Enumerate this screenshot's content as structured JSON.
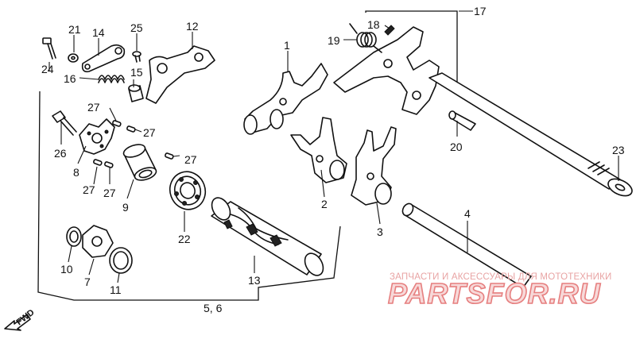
{
  "diagram": {
    "callouts": {
      "c1": "1",
      "c2": "2",
      "c3": "3",
      "c4": "4",
      "c5_6": "5, 6",
      "c7": "7",
      "c8": "8",
      "c9": "9",
      "c10": "10",
      "c11": "11",
      "c12": "12",
      "c13": "13",
      "c14": "14",
      "c15": "15",
      "c16": "16",
      "c17": "17",
      "c18": "18",
      "c19": "19",
      "c20": "20",
      "c21": "21",
      "c22": "22",
      "c23": "23",
      "c24": "24",
      "c25": "25",
      "c26": "26",
      "c27": "27"
    },
    "direction_label": "FWD"
  },
  "watermark": {
    "caption": "ЗАПЧАСТИ И АКСЕССУАРЫ ДЛЯ МОТОТЕХНИКИ",
    "brand": "PARTSFOR.RU",
    "colors": {
      "caption": "#e8a3a3",
      "brand_fill": "#f7d9d9",
      "brand_stroke": "#e67f7f"
    }
  }
}
